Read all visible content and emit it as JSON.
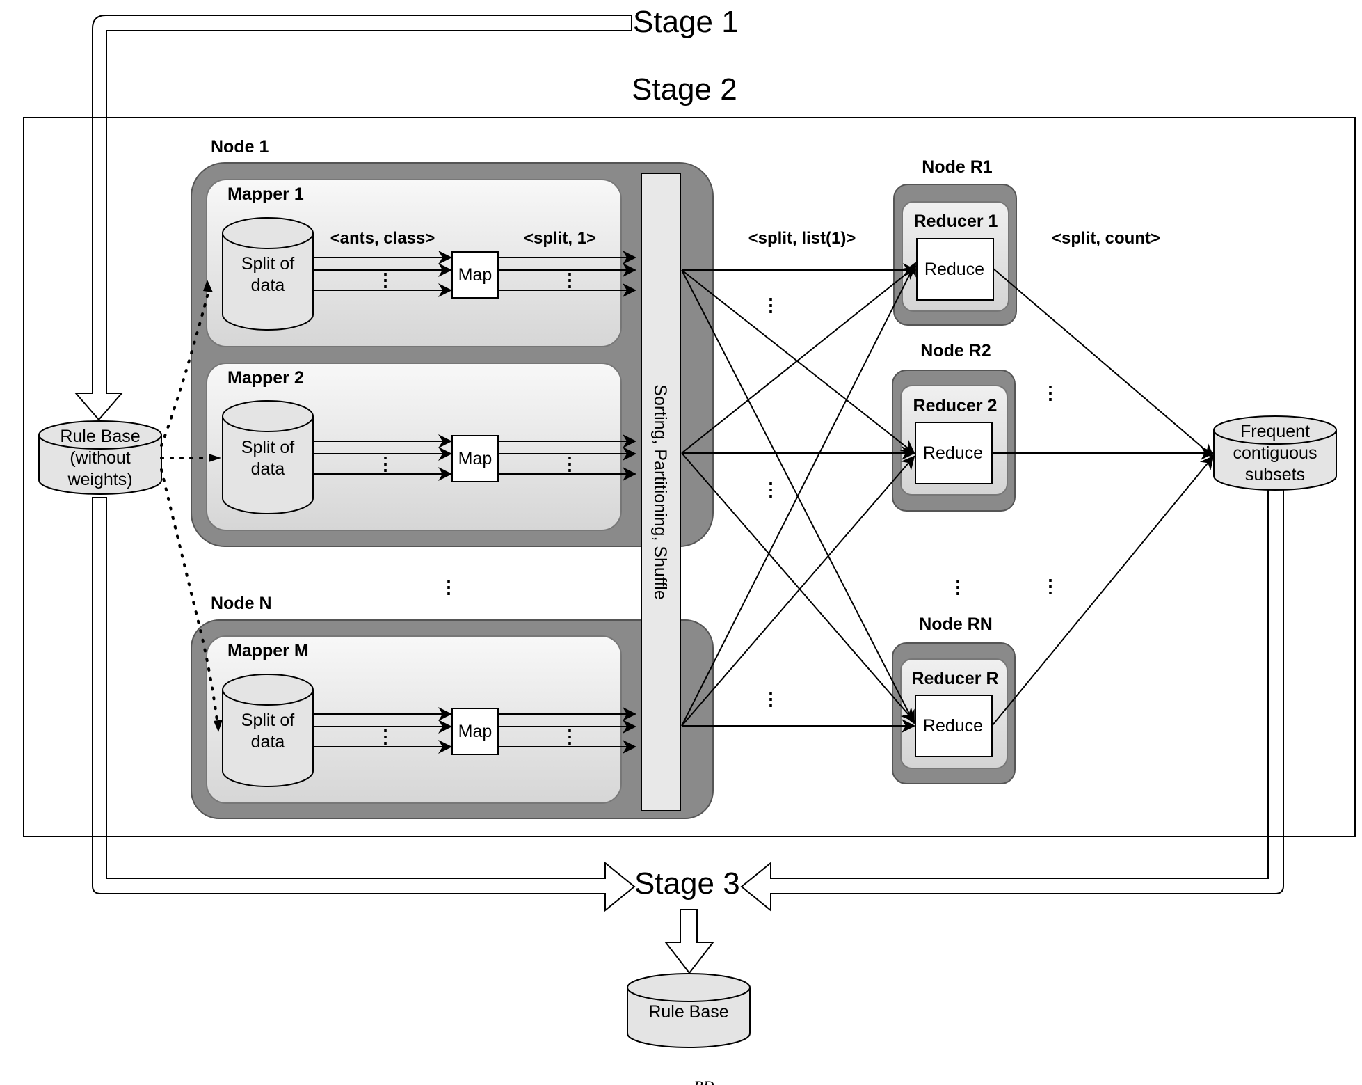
{
  "stages": {
    "stage1": "Stage 1",
    "stage2": "Stage 2",
    "stage3": "Stage 3"
  },
  "rule_base_input": [
    "Rule Base",
    "(without",
    "weights)"
  ],
  "rule_base_output": "Rule Base",
  "frequent_subsets": [
    "Frequent",
    "contiguous",
    "subsets"
  ],
  "nodes": {
    "node1": "Node 1",
    "nodeN": "Node N",
    "nodeR1": "Node R1",
    "nodeR2": "Node R2",
    "nodeRN": "Node RN"
  },
  "mappers": {
    "mapper1": "Mapper 1",
    "mapper2": "Mapper 2",
    "mapperM": "Mapper M"
  },
  "split_of_data": [
    "Split of",
    "data"
  ],
  "map_label": "Map",
  "reducers": {
    "reducer1": "Reducer 1",
    "reducer2": "Reducer 2",
    "reducerR": "Reducer R"
  },
  "reduce_label": "Reduce",
  "shuffle_label": "Sorting, Partitioning, Shuffle",
  "kv_labels": {
    "ants_class": "<ants, class>",
    "split_1": "<split, 1>",
    "split_list": "<split, list(1)>",
    "split_count": "<split, count>"
  },
  "ellipsis": "⋮",
  "footer_fragment": "RD",
  "colors": {
    "node_outer": "#8a8a8a",
    "panel_gradient_top": "#f7f7f7",
    "panel_gradient_bottom": "#d9d9d9",
    "cylinder": "#e4e4e4",
    "shuffle_bar": "#e8e8e8"
  }
}
